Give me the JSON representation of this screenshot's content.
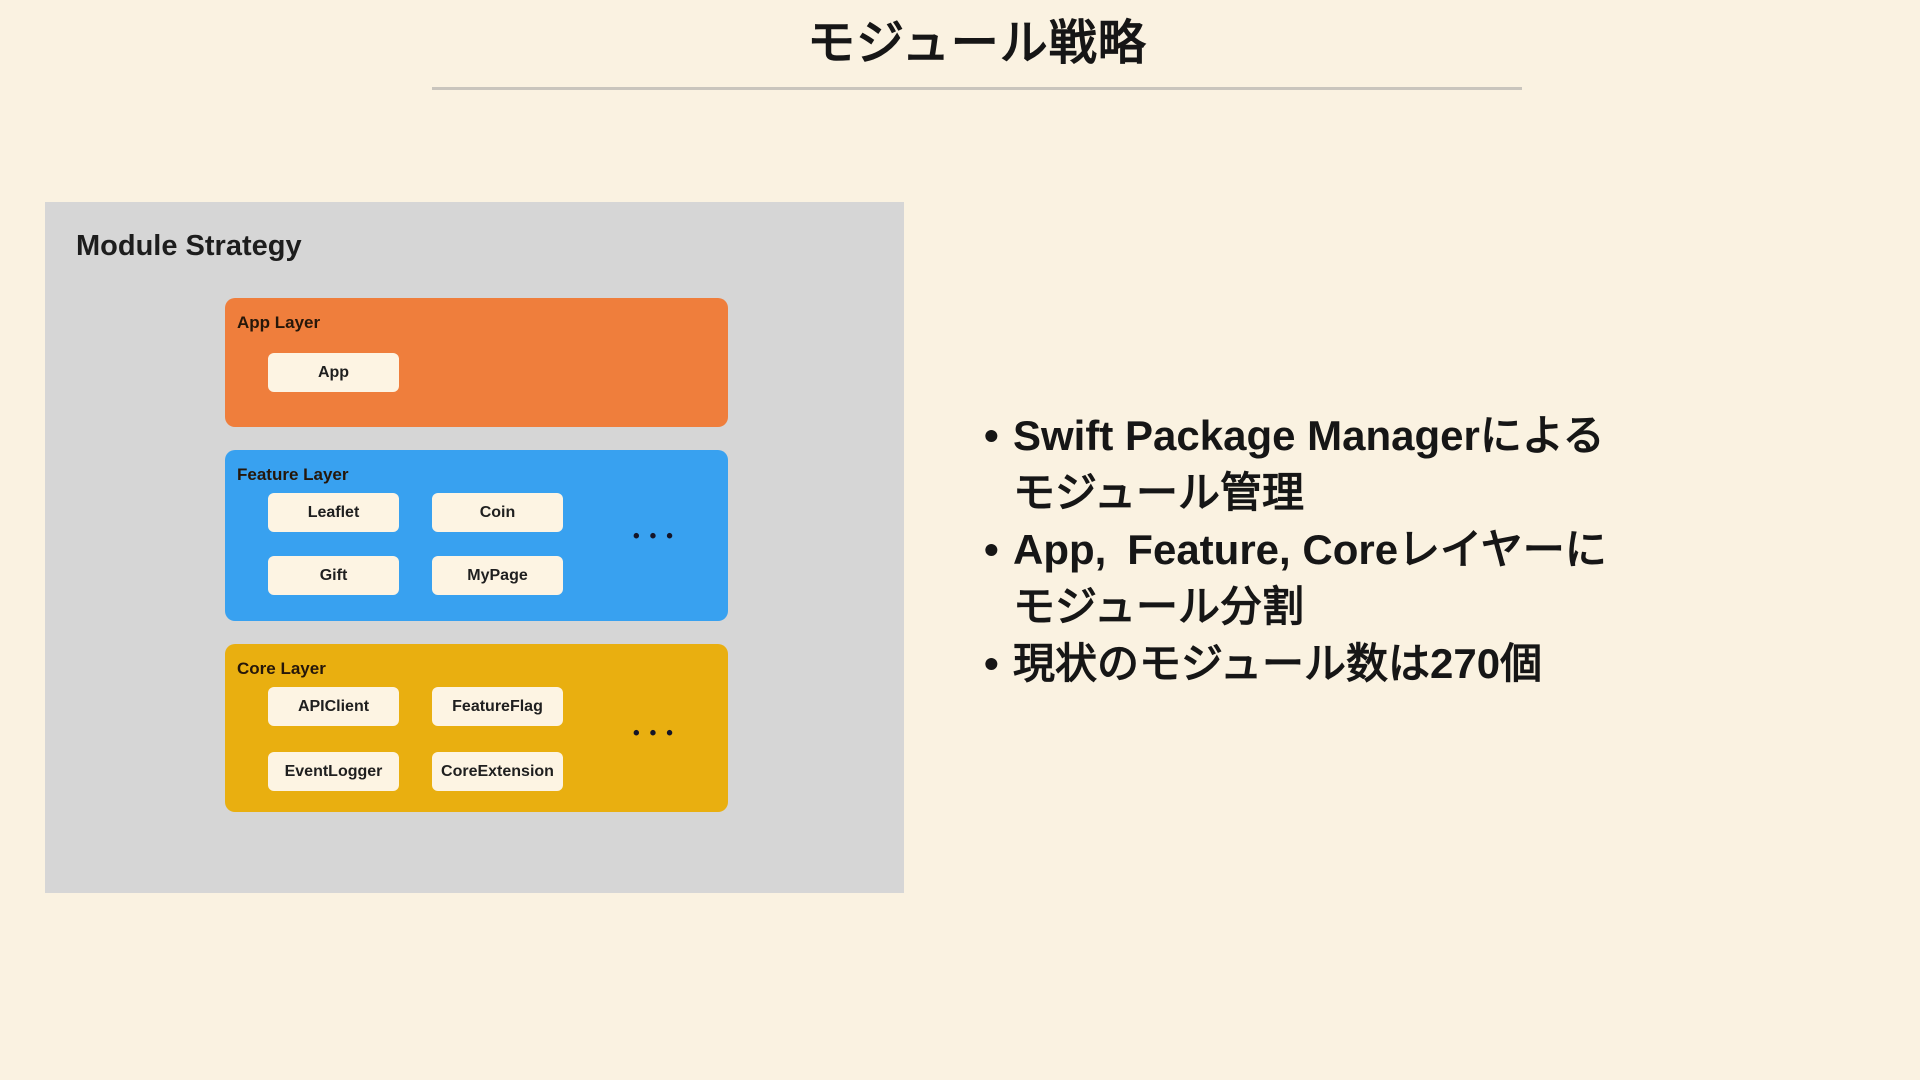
{
  "slide": {
    "title": "モジュール戦略",
    "background_color": "#FAF2E1",
    "divider_color": "#C9C5BD"
  },
  "diagram": {
    "heading": "Module Strategy",
    "panel_color": "#D6D6D6",
    "module_box_color": "#FDF4E3",
    "ellipsis": "•••",
    "layers": [
      {
        "label": "App Layer",
        "color": "#EF7E3C",
        "modules": [
          "App"
        ]
      },
      {
        "label": "Feature Layer",
        "color": "#38A1F0",
        "modules": [
          "Leaflet",
          "Coin",
          "Gift",
          "MyPage"
        ]
      },
      {
        "label": "Core Layer",
        "color": "#E9AF10",
        "modules": [
          "APIClient",
          "FeatureFlag",
          "EventLogger",
          "CoreExtension"
        ]
      }
    ]
  },
  "bullets": [
    "Swift Package Managerによる\nモジュール管理",
    "App, Feature, Coreレイヤーに\nモジュール分割",
    "現状のモジュール数は270個"
  ]
}
